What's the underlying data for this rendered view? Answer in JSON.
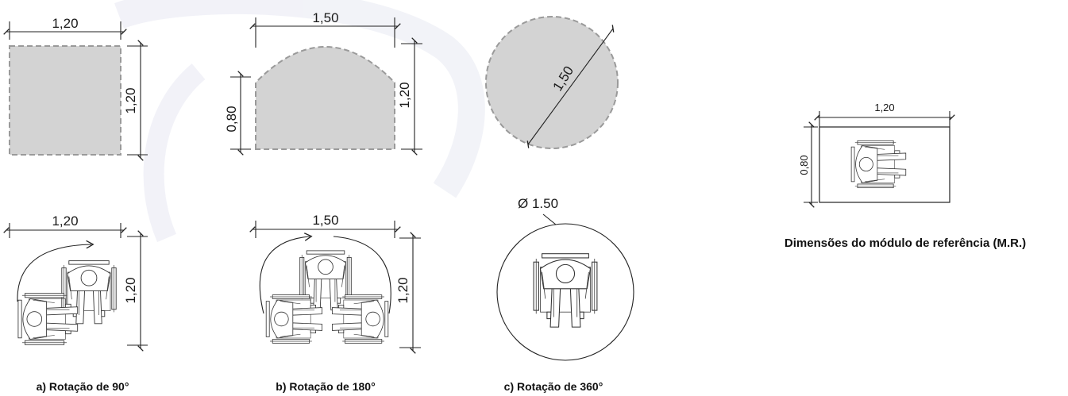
{
  "panel_a": {
    "top_width": "1,20",
    "top_height": "1,20",
    "bottom_width": "1,20",
    "bottom_height": "1,20",
    "caption": "a) Rotação de 90°"
  },
  "panel_b": {
    "top_width": "1,50",
    "top_side": "0,80",
    "top_height": "1,20",
    "bottom_width": "1,50",
    "bottom_height": "1,20",
    "caption": "b) Rotação de 180°"
  },
  "panel_c": {
    "diameter_label": "1,50",
    "circle_label": "Ø 1.50",
    "caption": "c) Rotação de 360°"
  },
  "module": {
    "width": "1,20",
    "height": "0,80",
    "caption": "Dimensões do módulo de referência (M.R.)"
  },
  "colors": {
    "area_fill": "#d3d3d3",
    "area_border": "#9a9a9a",
    "watermark": "#e8e9f3"
  }
}
